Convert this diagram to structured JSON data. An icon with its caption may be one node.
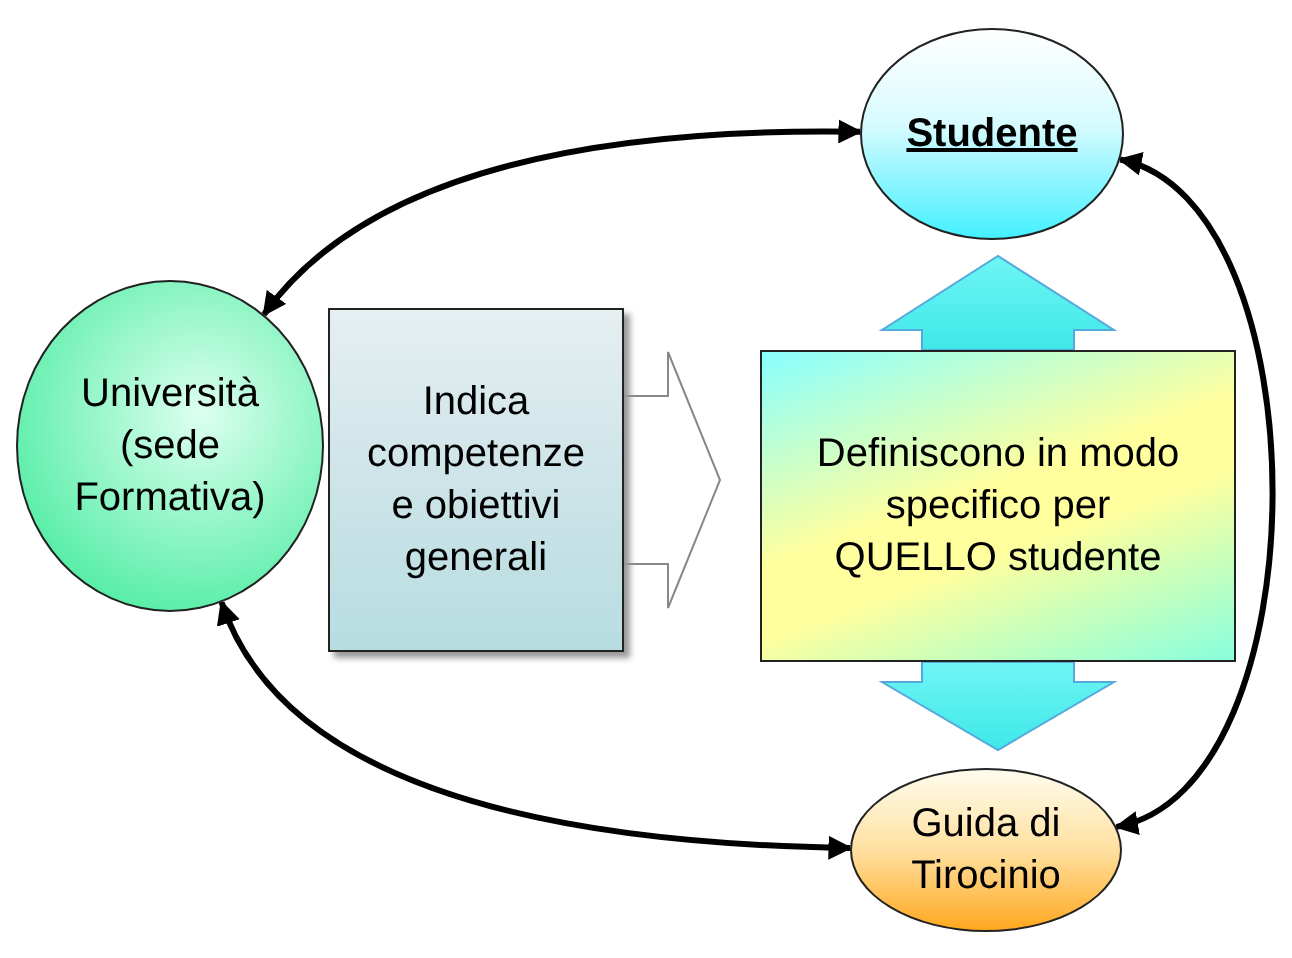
{
  "diagram": {
    "nodes": [
      {
        "text": [
          "Studente"
        ]
      },
      {
        "text": [
          "Università (sede Formativa)"
        ]
      },
      {
        "text": [
          "Indica competenze e obiettivi generali"
        ]
      },
      {
        "text": [
          "Definiscono in modo specifico per QUELLO studente"
        ]
      },
      {
        "text": [
          "Guida di Tirocinio"
        ]
      }
    ],
    "edges": [
      {
        "from": 0,
        "to": 1,
        "arrow": "both"
      },
      {
        "from": 1,
        "to": 4,
        "arrow": "both"
      },
      {
        "from": 0,
        "to": 4,
        "arrow": "both"
      },
      {
        "from": 2,
        "to": 3,
        "arrow": "to",
        "style": "thick"
      },
      {
        "from": 3,
        "to": 0,
        "arrow": "to",
        "style": "thick"
      },
      {
        "from": 3,
        "to": 4,
        "arrow": "to",
        "style": "thick"
      }
    ]
  }
}
